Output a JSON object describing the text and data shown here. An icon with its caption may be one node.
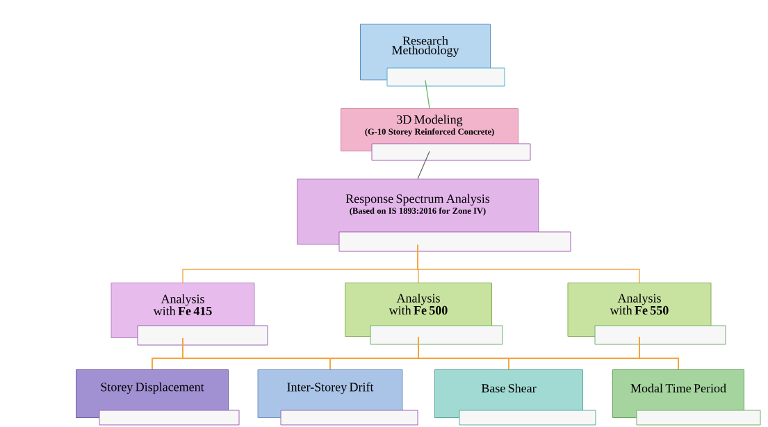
{
  "diagram": {
    "nodes": [
      {
        "text": [
          "Research Methodology"
        ]
      },
      {
        "text": [
          "3D Modeling",
          "(G-10 Storey Reinforced Concrete)"
        ]
      },
      {
        "text": [
          "Response Spectrum Analysis",
          "(Based on IS 1893:2016 for Zone IV)"
        ]
      },
      {
        "text": [
          "Analysis with **Fe 415**"
        ]
      },
      {
        "text": [
          "Analysis with **Fe 500**"
        ]
      },
      {
        "text": [
          "Analysis with **Fe 550**"
        ]
      },
      {
        "text": [
          "Storey Displacement"
        ]
      },
      {
        "text": [
          "Inter-Storey Drift"
        ]
      },
      {
        "text": [
          "Base Shear"
        ]
      },
      {
        "text": [
          "Modal Time Period"
        ]
      }
    ],
    "edges": [
      {
        "from": 0,
        "to": 1,
        "arrow": "none",
        "color": "#5cb85c"
      },
      {
        "from": 1,
        "to": 2,
        "arrow": "none",
        "color": "#5f6f64"
      },
      {
        "from": 2,
        "to": 3,
        "arrow": "none"
      },
      {
        "from": 2,
        "to": 4,
        "arrow": "none"
      },
      {
        "from": 2,
        "to": 5,
        "arrow": "none"
      },
      {
        "from": 3,
        "to": 6,
        "arrow": "none"
      },
      {
        "from": 3,
        "to": 7,
        "arrow": "none"
      },
      {
        "from": 3,
        "to": 8,
        "arrow": "none"
      },
      {
        "from": 3,
        "to": 9,
        "arrow": "none"
      },
      {
        "from": 4,
        "to": 6,
        "arrow": "none"
      },
      {
        "from": 4,
        "to": 7,
        "arrow": "none"
      },
      {
        "from": 4,
        "to": 8,
        "arrow": "none"
      },
      {
        "from": 4,
        "to": 9,
        "arrow": "none"
      },
      {
        "from": 5,
        "to": 6,
        "arrow": "none"
      },
      {
        "from": 5,
        "to": 7,
        "arrow": "none"
      },
      {
        "from": 5,
        "to": 8,
        "arrow": "none"
      },
      {
        "from": 5,
        "to": 9,
        "arrow": "none"
      }
    ]
  }
}
